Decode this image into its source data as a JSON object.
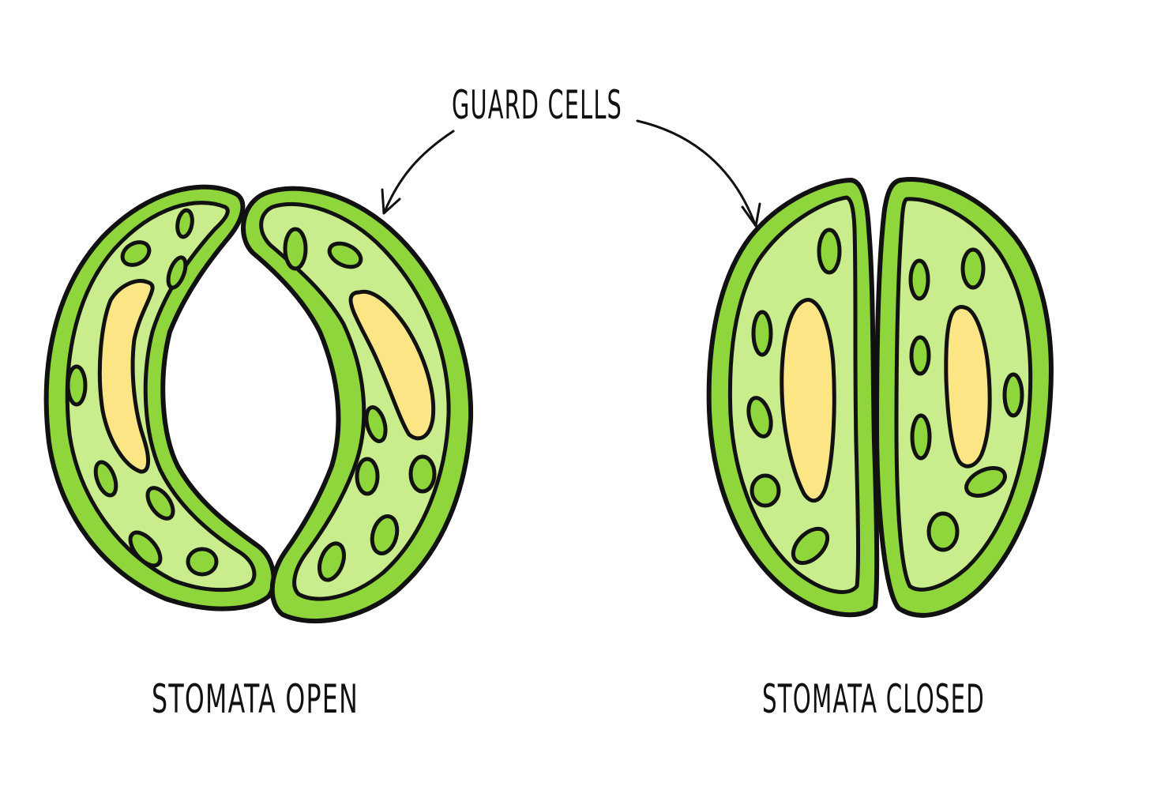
{
  "labels": {
    "guard_cells": "GUARD CELLS",
    "stomata_open": "STOMATA OPEN",
    "stomata_closed": "STOMATA CLOSED"
  },
  "colors": {
    "outer_wall": "#8fd53c",
    "cytoplasm": "#c9ec8c",
    "vacuole": "#fbe584",
    "ink": "#111111",
    "background": "#ffffff"
  }
}
